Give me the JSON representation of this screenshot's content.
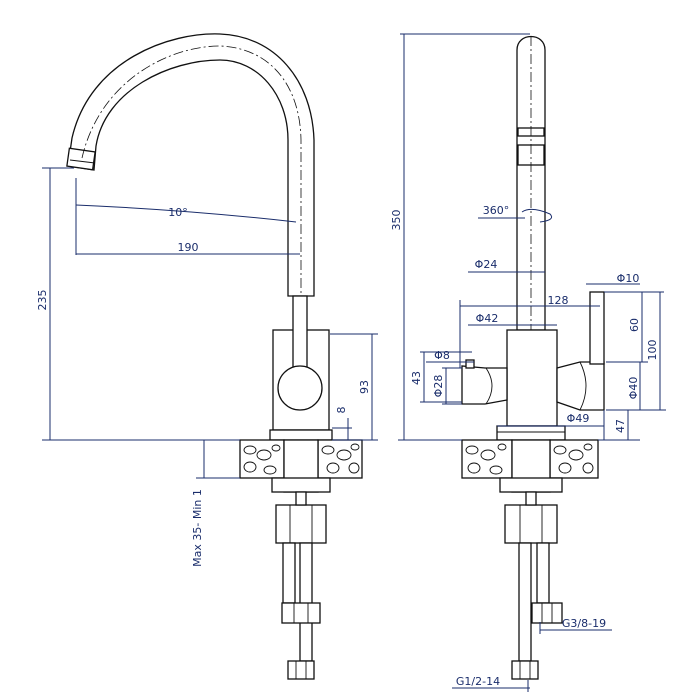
{
  "colors": {
    "dimension": "#1a2d6b",
    "outline": "#111111",
    "background": "#ffffff"
  },
  "side_view": {
    "dim_height_total": "235",
    "dim_angle": "10°",
    "dim_reach": "190",
    "dim_body_height": "93",
    "dim_base_ring": "8",
    "dim_counter_thickness": "Max 35- Min 1"
  },
  "front_view": {
    "dim_height_total": "350",
    "dim_rotation": "360°",
    "dim_spout_diameter": "Φ24",
    "dim_lever_diameter": "Φ10",
    "dim_lever_offset": "128",
    "dim_body_diameter": "Φ42",
    "dim_lever_height": "60",
    "dim_lever_total": "100",
    "dim_pin_diameter": "Φ8",
    "dim_side_height": "43",
    "dim_side_diameter": "Φ28",
    "dim_handle_diameter": "Φ40",
    "dim_base_diameter": "Φ49",
    "dim_base_height": "47",
    "dim_hose_small": "G3/8-19",
    "dim_hose_large": "G1/2-14"
  }
}
